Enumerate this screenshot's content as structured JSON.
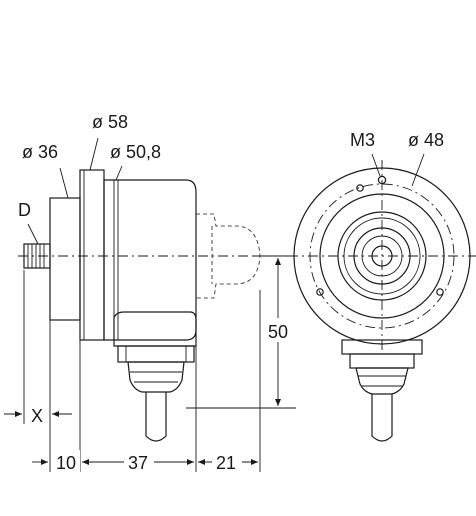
{
  "labels": {
    "d_shaft": "D",
    "d36": "ø 36",
    "d58": "ø 58",
    "d50_8": "ø 50,8",
    "m3": "M3",
    "d48": "ø 48",
    "height_50": "50",
    "x": "X",
    "w10": "10",
    "w37": "37",
    "w21": "21"
  },
  "colors": {
    "line": "#1a1a1a",
    "body_fill": "#e8e8e8",
    "body_dark": "#cfcfcf",
    "bore_fill": "#8a8a8a"
  }
}
